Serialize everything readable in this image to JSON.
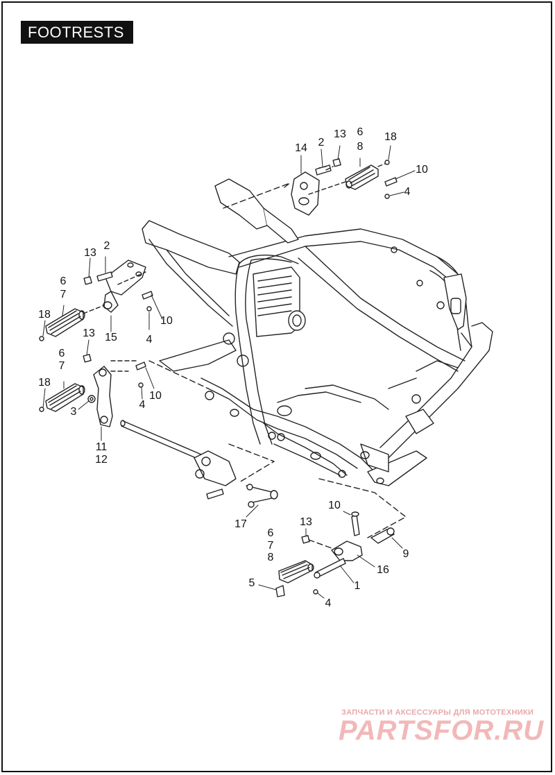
{
  "title": "FOOTRESTS",
  "callouts": [
    {
      "id": "c-14",
      "label": "14"
    },
    {
      "id": "c-2-top",
      "label": "2"
    },
    {
      "id": "c-13-top",
      "label": "13"
    },
    {
      "id": "c-6-top",
      "label": "6"
    },
    {
      "id": "c-8-top",
      "label": "8"
    },
    {
      "id": "c-18-top",
      "label": "18"
    },
    {
      "id": "c-10-top",
      "label": "10"
    },
    {
      "id": "c-4-top",
      "label": "4"
    },
    {
      "id": "c-13-left1",
      "label": "13"
    },
    {
      "id": "c-2-left1",
      "label": "2"
    },
    {
      "id": "c-6-left1",
      "label": "6"
    },
    {
      "id": "c-7-left1",
      "label": "7"
    },
    {
      "id": "c-18-left1",
      "label": "18"
    },
    {
      "id": "c-10-left1",
      "label": "10"
    },
    {
      "id": "c-15",
      "label": "15"
    },
    {
      "id": "c-4-left1",
      "label": "4"
    },
    {
      "id": "c-13-left2",
      "label": "13"
    },
    {
      "id": "c-6-left2",
      "label": "6"
    },
    {
      "id": "c-7-left2",
      "label": "7"
    },
    {
      "id": "c-18-left2",
      "label": "18"
    },
    {
      "id": "c-3",
      "label": "3"
    },
    {
      "id": "c-4-left2",
      "label": "4"
    },
    {
      "id": "c-10-left2",
      "label": "10"
    },
    {
      "id": "c-11",
      "label": "11"
    },
    {
      "id": "c-12",
      "label": "12"
    },
    {
      "id": "c-17",
      "label": "17"
    },
    {
      "id": "c-10-bottom",
      "label": "10"
    },
    {
      "id": "c-13-bottom",
      "label": "13"
    },
    {
      "id": "c-6-bottom",
      "label": "6"
    },
    {
      "id": "c-7-bottom",
      "label": "7"
    },
    {
      "id": "c-8-bottom",
      "label": "8"
    },
    {
      "id": "c-9",
      "label": "9"
    },
    {
      "id": "c-16",
      "label": "16"
    },
    {
      "id": "c-5",
      "label": "5"
    },
    {
      "id": "c-1",
      "label": "1"
    },
    {
      "id": "c-4-bottom",
      "label": "4"
    }
  ],
  "watermark": {
    "tagline": "ЗАПЧАСТИ И АКСЕССУАРЫ ДЛЯ МОТОТЕХНИКИ",
    "brand": "PARTSFOR.RU",
    "color": "#e9a3a3"
  }
}
